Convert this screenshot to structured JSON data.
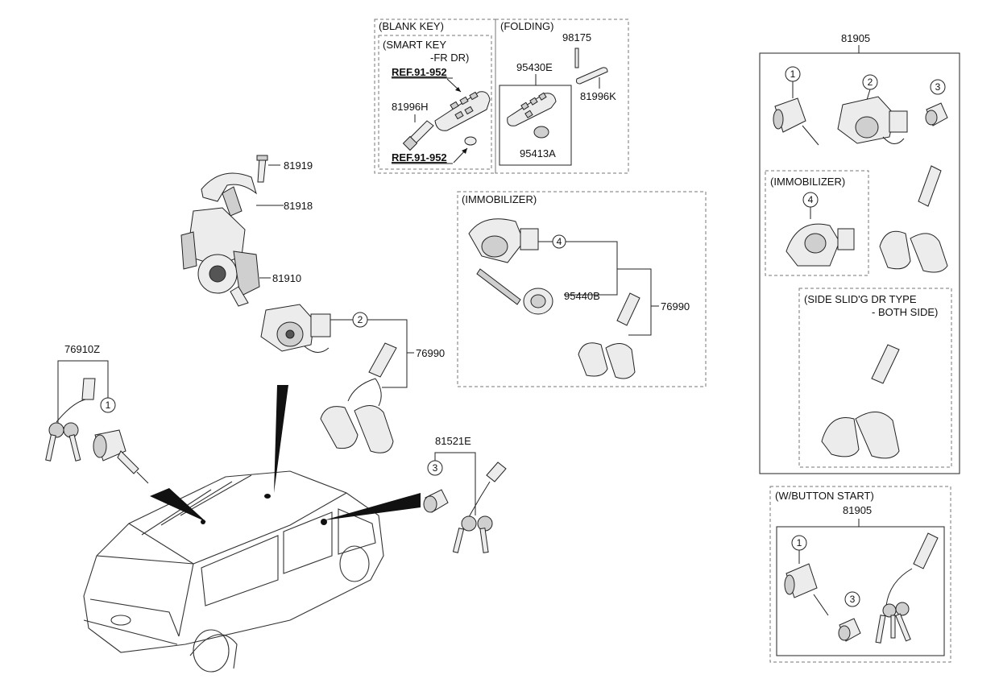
{
  "labels": {
    "blank_key": "(BLANK KEY)",
    "folding": "(FOLDING)",
    "smart_key_line1": "(SMART KEY",
    "smart_key_line2": "-FR DR)",
    "ref_top": "REF.91-952",
    "ref_bottom": "REF.91-952",
    "immobilizer_center": "(IMMOBILIZER)",
    "immobilizer_right": "(IMMOBILIZER)",
    "side_slide_line1": "(SIDE SLID'G DR TYPE",
    "side_slide_line2": "- BOTH SIDE)",
    "button_start": "(W/BUTTON START)"
  },
  "part_numbers": {
    "p98175": "98175",
    "p95430E": "95430E",
    "p81996K": "81996K",
    "p95413A": "95413A",
    "p81996H": "81996H",
    "p81919": "81919",
    "p81918": "81918",
    "p81910": "81910",
    "p76990_a": "76990",
    "p76990_b": "76990",
    "p95440B": "95440B",
    "p76910Z": "76910Z",
    "p81521E": "81521E",
    "p81905_top": "81905",
    "p81905_bottom": "81905"
  },
  "callouts": {
    "c1_left": "1",
    "c2_mid": "2",
    "c3_mid": "3",
    "c4_immob": "4",
    "c1_kit": "1",
    "c2_kit": "2",
    "c3_kit": "3",
    "c4_kit": "4",
    "c1_btn": "1",
    "c3_btn": "3"
  }
}
